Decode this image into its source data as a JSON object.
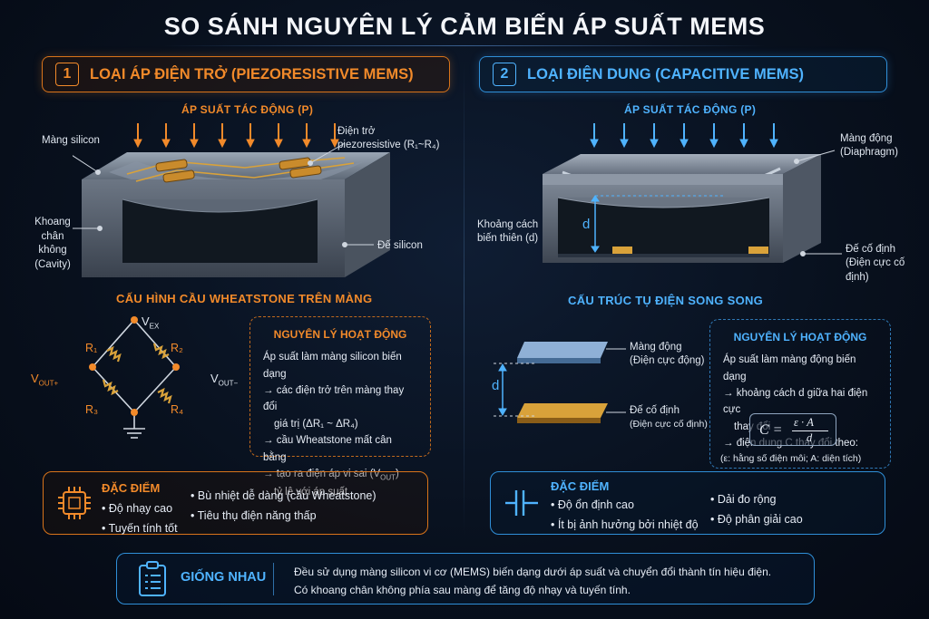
{
  "title": "SO SÁNH NGUYÊN LÝ CẢM BIẾN ÁP SUẤT MEMS",
  "left": {
    "num": "1",
    "header": "LOẠI ÁP ĐIỆN TRỞ (PIEZORESISTIVE MEMS)",
    "pressure_label": "ÁP SUẤT TÁC ĐỘNG (P)",
    "membrane_label": "Màng silicon",
    "resistor_label_1": "Điện trở",
    "resistor_label_2": "piezoresistive (R₁~R₄)",
    "cavity_label_1": "Khoang",
    "cavity_label_2": "chân không",
    "cavity_label_3": "(Cavity)",
    "substrate_label": "Đế silicon",
    "bridge_title": "CẤU HÌNH CẦU WHEATSTONE TRÊN MÀNG",
    "vex": "V",
    "vex_sub": "EX",
    "vout_plus": "V",
    "vout_plus_sub": "OUT+",
    "vout_minus": "V",
    "vout_minus_sub": "OUT−",
    "r1": "R₁",
    "r2": "R₂",
    "r3": "R₃",
    "r4": "R₄",
    "principle_title": "NGUYÊN LÝ HOẠT ĐỘNG",
    "principle_lines": [
      "Áp suất làm màng silicon biến dạng",
      "→ các điện trở trên màng thay đổi",
      "   giá trị (ΔR₁ ~ ΔR₄)",
      "→ cầu Wheatstone mất cân bằng",
      "→ tạo ra điện áp vi sai (V",
      "   tỷ lệ với áp suất."
    ],
    "principle_vout_sub": "OUT",
    "principle_vout_close": ")",
    "features_title": "ĐẶC ĐIỂM",
    "features_col1": [
      "Độ nhạy cao",
      "Tuyến tính tốt"
    ],
    "features_col2": [
      "Bù nhiệt dễ dàng (cầu Wheatstone)",
      "Tiêu thụ điện năng thấp"
    ]
  },
  "right": {
    "num": "2",
    "header": "LOẠI ĐIỆN DUNG (CAPACITIVE MEMS)",
    "pressure_label": "ÁP SUẤT TÁC ĐỘNG (P)",
    "diaphragm_label_1": "Màng động",
    "diaphragm_label_2": "(Diaphragm)",
    "gap_label_1": "Khoảng cách",
    "gap_label_2": "biến thiên (d)",
    "d": "d",
    "fixed_label_1": "Đế cố định",
    "fixed_label_2": "(Điện cực cố định)",
    "plate_title": "CẤU TRÚC TỤ ĐIỆN SONG SONG",
    "moving_plate_1": "Màng động",
    "moving_plate_2": "(Điện cực động)",
    "fixed_plate_1": "Đế cố định",
    "fixed_plate_2": "(Điện cực cố định)",
    "principle_title": "NGUYÊN LÝ HOẠT ĐỘNG",
    "principle_lines": [
      "Áp suất làm màng động biến dạng",
      "→ khoảng cách d giữa hai điện cực",
      "   thay đổi",
      "→ điện dung C thay đổi theo:"
    ],
    "formula_lhs": "C =",
    "formula_num": "ε · A",
    "formula_den": "d",
    "formula_note": "(ε: hằng số điện môi; A: diện tích)",
    "features_title": "ĐẶC ĐIỂM",
    "features_col1": [
      "Độ ổn định cao",
      "Ít bị ảnh hưởng bởi nhiệt độ"
    ],
    "features_col2": [
      "Dải đo rộng",
      "Độ phân giải cao"
    ]
  },
  "common": {
    "title": "GIỐNG NHAU",
    "line1": "Đều sử dụng màng silicon vi cơ (MEMS) biến dạng dưới áp suất và chuyển đổi thành tín hiệu điện.",
    "line2": "Có khoang chân không phía sau màng để tăng độ nhạy và tuyến tính."
  },
  "colors": {
    "orange": "#f28a2a",
    "blue": "#4fb3ff",
    "gold": "#d9a23a"
  }
}
